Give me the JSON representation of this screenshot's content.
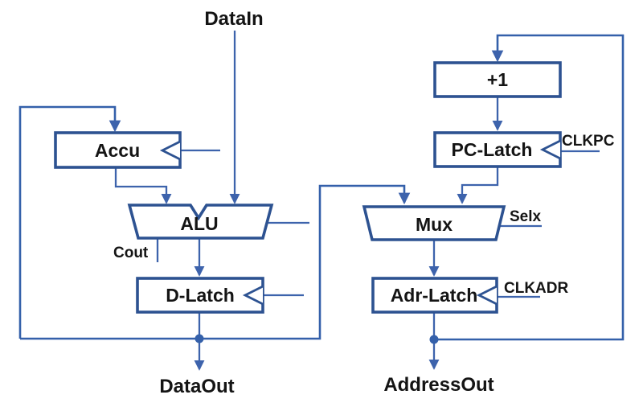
{
  "diagram": {
    "io_labels": {
      "data_in": "DataIn",
      "data_out": "DataOut",
      "address_out": "AddressOut"
    },
    "signal_labels": {
      "cout": "Cout",
      "clkpc": "CLKPC",
      "clkadr": "CLKADR",
      "selx": "Selx"
    },
    "blocks": {
      "accu": "Accu",
      "alu": "ALU",
      "d_latch": "D-Latch",
      "increment": "+1",
      "pc_latch": "PC-Latch",
      "mux": "Mux",
      "adr_latch": "Adr-Latch"
    },
    "colors": {
      "wire": "#3d63ac",
      "block_border": "#2d5291",
      "label_text": "#141414",
      "background": "#ffffff"
    }
  }
}
